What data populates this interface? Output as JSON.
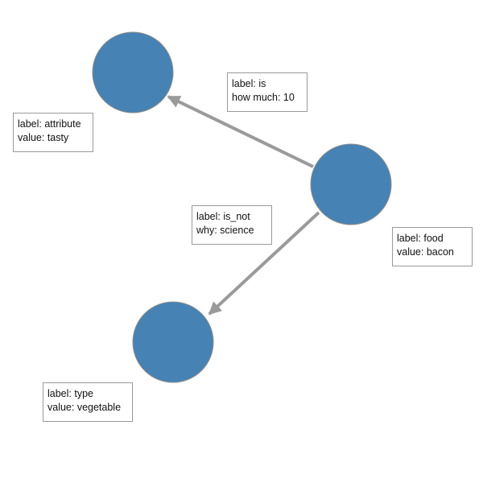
{
  "colors": {
    "node_fill": "#4682b4",
    "edge": "#9a9a9a",
    "box_border": "#9a9a9a"
  },
  "nodes": [
    {
      "id": "attribute",
      "label_line": "label: attribute",
      "value_line": "value: tasty"
    },
    {
      "id": "food",
      "label_line": "label: food",
      "value_line": "value: bacon"
    },
    {
      "id": "type",
      "label_line": "label: type",
      "value_line": "value: vegetable"
    }
  ],
  "edges": [
    {
      "from": "food",
      "to": "attribute",
      "label_line": "label: is",
      "extra_line": "how much: 10"
    },
    {
      "from": "food",
      "to": "type",
      "label_line": "label: is_not",
      "extra_line": "why: science"
    }
  ]
}
